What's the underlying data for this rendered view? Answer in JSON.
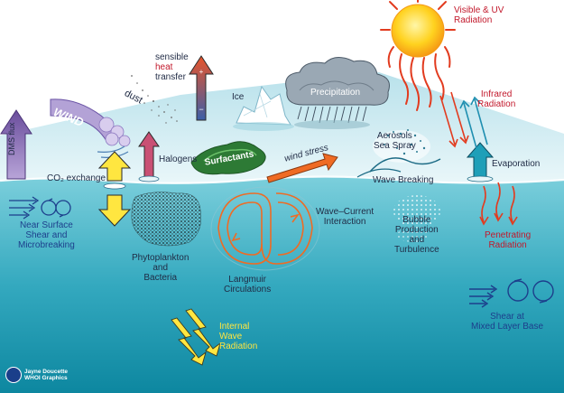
{
  "labels": {
    "visible_uv": [
      "Visible & UV",
      "Radiation"
    ],
    "infrared": [
      "Infrared",
      "Radiation"
    ],
    "evaporation": "Evaporation",
    "penetrating": [
      "Penetrating",
      "Radiation"
    ],
    "sensible_heat": [
      "sensible",
      "heat",
      "transfer"
    ],
    "ice": "Ice",
    "precipitation": "Precipitation",
    "dust": "dust",
    "wind": "WIND",
    "dms_flux": [
      "DMS",
      "flux"
    ],
    "co2_exchange": "CO₂ exchange",
    "halogens": "Halogens",
    "surfactants": "Surfactants",
    "wind_stress": "wind stress",
    "aerosols": [
      "Aerosols",
      "Sea Spray"
    ],
    "wave_breaking": "Wave Breaking",
    "wave_current": [
      "Wave–Current",
      "Interaction"
    ],
    "bubble": [
      "Bubble",
      "Production",
      "and",
      "Turbulence"
    ],
    "near_surface": [
      "Near Surface",
      "Shear and",
      "Microbreaking"
    ],
    "phytoplankton": [
      "Phytoplankton",
      "and",
      "Bacteria"
    ],
    "langmuir": [
      "Langmuir",
      "Circulations"
    ],
    "internal_wave": [
      "Internal",
      "Wave",
      "Radiation"
    ],
    "shear_mixed": [
      "Shear at",
      "Mixed Layer Base"
    ],
    "credit": [
      "Jayne Doucette",
      "WHOI Graphics"
    ]
  },
  "colors": {
    "sky": "#ffffff",
    "surface_top": "#cfe9f0",
    "ocean_upper": "#6cc6d6",
    "ocean_deep": "#0f8ea6",
    "label_dark": "#1f2a44",
    "label_blue": "#1d3f8c",
    "label_red": "#c2182b",
    "label_yellow": "#ffe640",
    "sun": "#ffd21f",
    "rays": "#e23b1f",
    "arrow_orange": "#ef6b24",
    "arrow_yellow": "#ffe640",
    "arrow_purple": "#8d6fb6",
    "arrow_teal": "#1f9fb8"
  }
}
